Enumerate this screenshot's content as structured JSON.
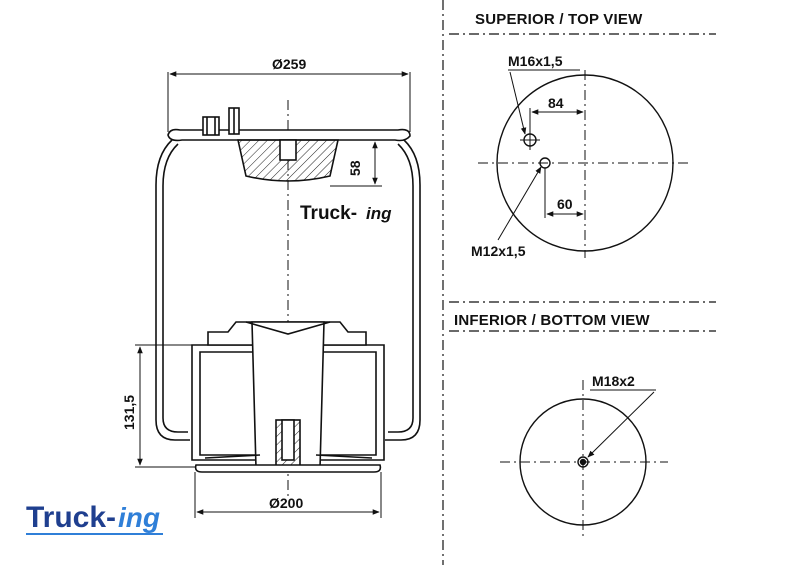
{
  "views": {
    "top_header": "SUPERIOR / TOP VIEW",
    "bottom_header": "INFERIOR / BOTTOM VIEW"
  },
  "side_view": {
    "top_diameter": "Ø259",
    "bottom_diameter": "Ø200",
    "plate_height": "58",
    "piston_height": "131,5"
  },
  "top_view": {
    "thread_large": "M16x1,5",
    "thread_small": "M12x1,5",
    "offset_84": "84",
    "offset_60": "60"
  },
  "bottom_view": {
    "thread": "M18x2"
  },
  "branding": {
    "logo_main": "Truck-",
    "logo_sub": "ing",
    "colors": {
      "logo_main": "#1f3f8f",
      "logo_sub": "#2f7fd8"
    }
  }
}
